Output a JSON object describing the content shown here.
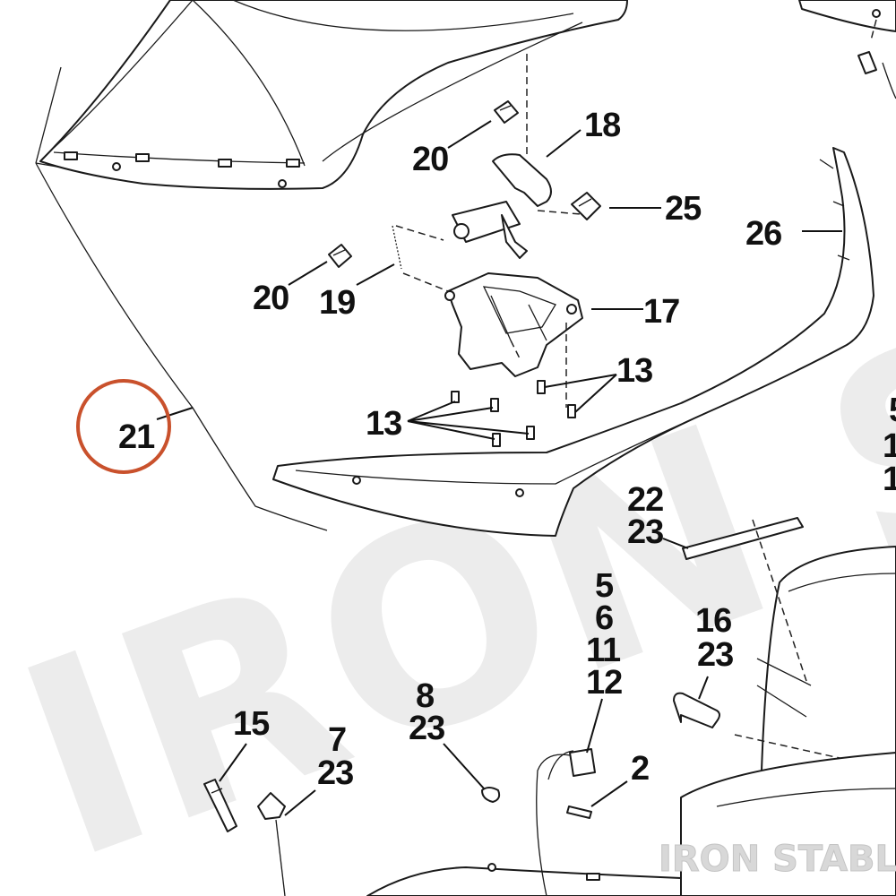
{
  "diagram": {
    "watermark_text": "IRON ST",
    "brand_watermark": "IRON STABLE",
    "highlight_color": "#c9512c",
    "callouts": {
      "c18": "18",
      "c20a": "20",
      "c25": "25",
      "c26": "26",
      "c20b": "20",
      "c19": "19",
      "c17": "17",
      "c13a": "13",
      "c13b": "13",
      "c21": "21",
      "c22": "22",
      "c23a": "23",
      "c5": "5",
      "c6": "6",
      "c11": "11",
      "c12": "12",
      "c16": "16",
      "c23b": "23",
      "c8": "8",
      "c23c": "23",
      "c15": "15",
      "c7": "7",
      "c23d": "23",
      "c2": "2",
      "edge1": "1",
      "edge2": "1",
      "edge3": "5"
    }
  }
}
